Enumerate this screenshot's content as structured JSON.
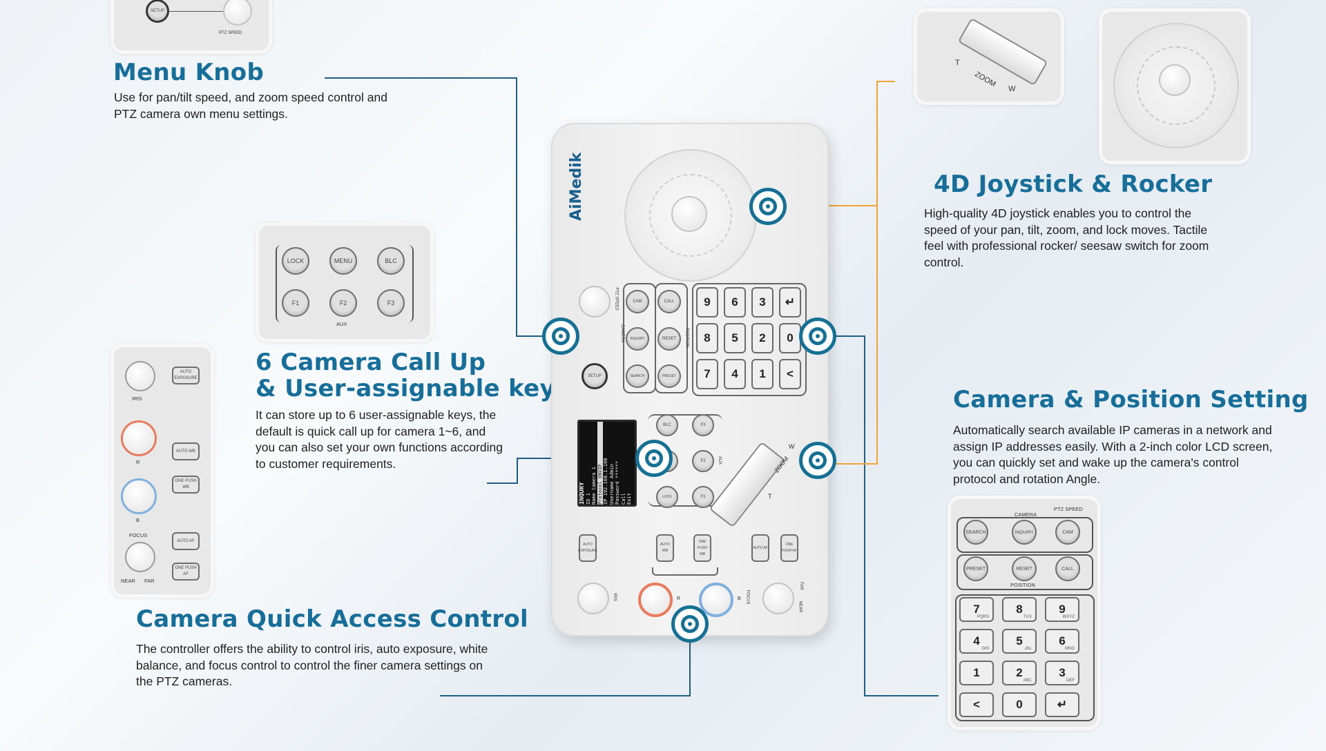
{
  "menu_knob": {
    "title": "Menu Knob",
    "description": "Use for pan/tilt speed, and zoom speed control and PTZ camera own menu settings.",
    "inset": {
      "setup_label": "SETUP",
      "ptz_speed_label": "PTZ SPEED"
    }
  },
  "aux_keys_inset": {
    "keys": [
      "LOCK",
      "MENU",
      "BLC",
      "F1",
      "F2",
      "F3"
    ],
    "aux_label": "AUX"
  },
  "camera_call_up": {
    "title_line1": "6 Camera Call Up",
    "title_line2": "& User-assignable keys",
    "description": "It can store up to 6 user-assignable keys, the default is quick call up for camera 1~6, and you can also set your own functions according to customer requirements."
  },
  "quick_access_inset": {
    "iris_label": "IRIS",
    "auto_exposure": "AUTO EXPOSURE",
    "r_label": "R",
    "b_label": "B",
    "auto_wb": "AUTO WB",
    "one_push_wb": "ONE PUSH WB",
    "focus_label": "FOCUS",
    "auto_af": "AUTO AF",
    "one_push_af": "ONE PUSH AF",
    "near_label": "NEAR",
    "far_label": "FAR"
  },
  "camera_quick_access": {
    "title": "Camera Quick Access Control",
    "description": "The controller offers the ability to control iris, auto exposure, white balance,  and focus control to  control the finer camera  settings on the PTZ cameras."
  },
  "joystick": {
    "title": "4D Joystick & Rocker",
    "description": "High-quality 4D joystick enables you to control the speed of your pan, tilt, zoom, and lock moves. Tactile feel with professional rocker/ seesaw switch for zoom control.",
    "zoom_inset": {
      "t": "T",
      "zoom": "ZOOM",
      "w": "W"
    }
  },
  "camera_position": {
    "title": "Camera & Position Setting",
    "description": "Automatically search available IP cameras in a network and assign IP addresses easily. With a 2-inch color LCD screen, you can quickly set and wake up the camera's control protocol and rotation Angle.",
    "inset": {
      "camera_label": "CAMERA",
      "ptz_speed_label": "PTZ SPEED",
      "position_label": "POSITION",
      "row1": [
        "SEARCH",
        "INQUIRY",
        "CAM"
      ],
      "row2": [
        "PRESET",
        "RESET",
        "CALL"
      ],
      "keypad": [
        {
          "d": "7",
          "s": "PQRS"
        },
        {
          "d": "8",
          "s": "TUV"
        },
        {
          "d": "9",
          "s": "WXYZ"
        },
        {
          "d": "4",
          "s": "GHI"
        },
        {
          "d": "5",
          "s": "JKL"
        },
        {
          "d": "6",
          "s": "MNO"
        },
        {
          "d": "1",
          "s": ""
        },
        {
          "d": "2",
          "s": "ABC"
        },
        {
          "d": "3",
          "s": "DEF"
        },
        {
          "d": "<",
          "s": ""
        },
        {
          "d": "0",
          "s": ""
        },
        {
          "d": "↵",
          "s": ""
        }
      ]
    }
  },
  "device": {
    "brand": "AiMedik",
    "ptz_speed": "PTZ SPEED",
    "setup": "SETUP",
    "cam": "CAM",
    "call": "CALL",
    "camera": "CAMERA",
    "inquiry": "INQUIRY",
    "reset": "RESET",
    "position": "POSITION",
    "search": "SEARCH",
    "preset": "PRESET",
    "keys_col1": [
      "9",
      "8",
      "7"
    ],
    "keys_col2": [
      "6",
      "5",
      "4"
    ],
    "keys_col3": [
      "3",
      "2",
      "1"
    ],
    "keys_col4": [
      "↵",
      "0",
      "<"
    ],
    "lcd": {
      "title": "INQURY",
      "rows": [
        {
          "label": "ID",
          "value": "1"
        },
        {
          "label": "Name",
          "value": "Camera 1"
        },
        {
          "label": "Protocol",
          "value": "ONVIF"
        },
        {
          "label": "IP",
          "value": "192.168.1.100"
        },
        {
          "label": "Username",
          "value": "Admin"
        },
        {
          "label": "Password",
          "value": "******"
        },
        {
          "label": "Call",
          "value": ""
        },
        {
          "label": "Exit",
          "value": ""
        }
      ]
    },
    "aux_buttons": [
      "BLC",
      "F3",
      "MENU",
      "F2",
      "LOCK",
      "F1"
    ],
    "aux_label": "AUX",
    "zoom_t": "T",
    "zoom": "ZOOM",
    "zoom_w": "W",
    "bottom_rects": [
      "AUTO EXPOSURE",
      "AUTO WB",
      "ONE PUSH WB",
      "AUTO AF",
      "ONE PUSH AF"
    ],
    "iris": "IRIS",
    "r": "R",
    "b": "B",
    "focus": "FOCUS",
    "near": "NEAR",
    "far": "FAR"
  },
  "colors": {
    "heading": "#176e99",
    "line_blue": "#1d5e82",
    "line_orange": "#f0a236",
    "red_ring": "#e87a5d",
    "blue_ring": "#7fb0de"
  }
}
